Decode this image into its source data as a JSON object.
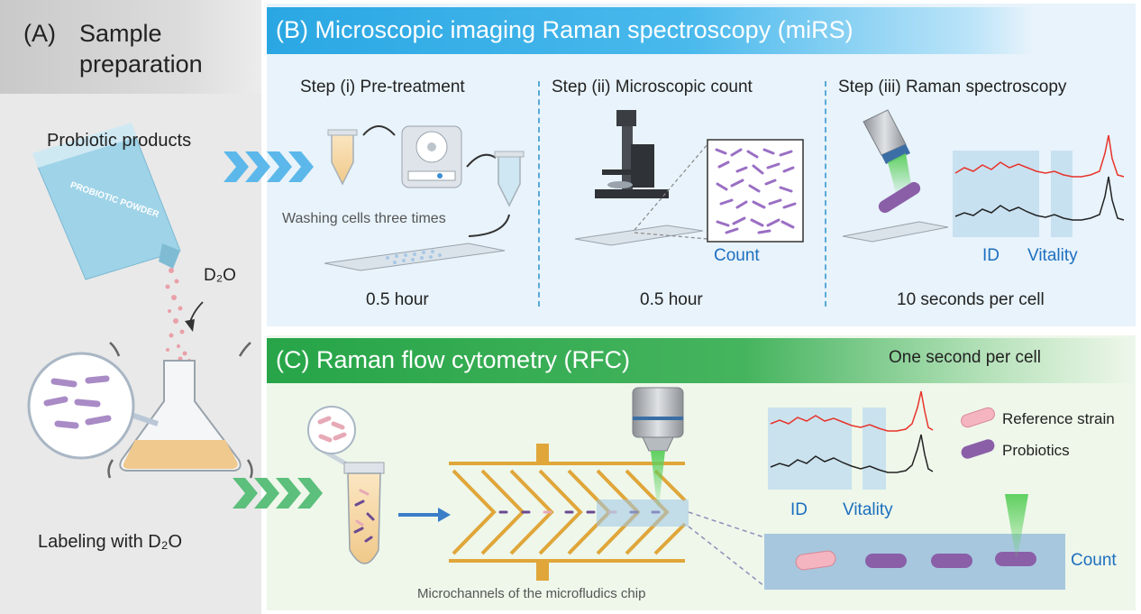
{
  "panel_a": {
    "letter": "(A)",
    "title_line1": "Sample",
    "title_line2": "preparation",
    "products_label": "Probiotic products",
    "packet_text": "PROBIOTIC POWDER",
    "d2o_label": "D₂O",
    "labeling_label": "Labeling with D₂O"
  },
  "panel_b": {
    "title": "(B)  Microscopic imaging Raman spectroscopy (miRS)",
    "step1_title": "Step (i) Pre-treatment",
    "step1_note": "Washing cells three times",
    "step1_time": "0.5 hour",
    "step2_title": "Step (ii) Microscopic count",
    "step2_label": "Count",
    "step2_time": "0.5 hour",
    "step3_title": "Step (iii) Raman spectroscopy",
    "step3_id": "ID",
    "step3_vitality": "Vitality",
    "step3_time": "10 seconds per cell"
  },
  "panel_c": {
    "title": "(C)  Raman flow cytometry (RFC)",
    "speed": "One second per cell",
    "chip_label": "Microchannels of the microfludics chip",
    "id_label": "ID",
    "vitality_label": "Vitality",
    "legend_reference": "Reference strain",
    "legend_probiotics": "Probiotics",
    "count_label": "Count"
  },
  "colors": {
    "blue_header": "#2aa7e3",
    "green_header": "#27a548",
    "label_blue": "#1d6fbf",
    "spectrum_red": "#e8332a",
    "spectrum_black": "#222222",
    "bacteria_purple": "#8a63a8",
    "chip_orange": "#e0a63a"
  }
}
